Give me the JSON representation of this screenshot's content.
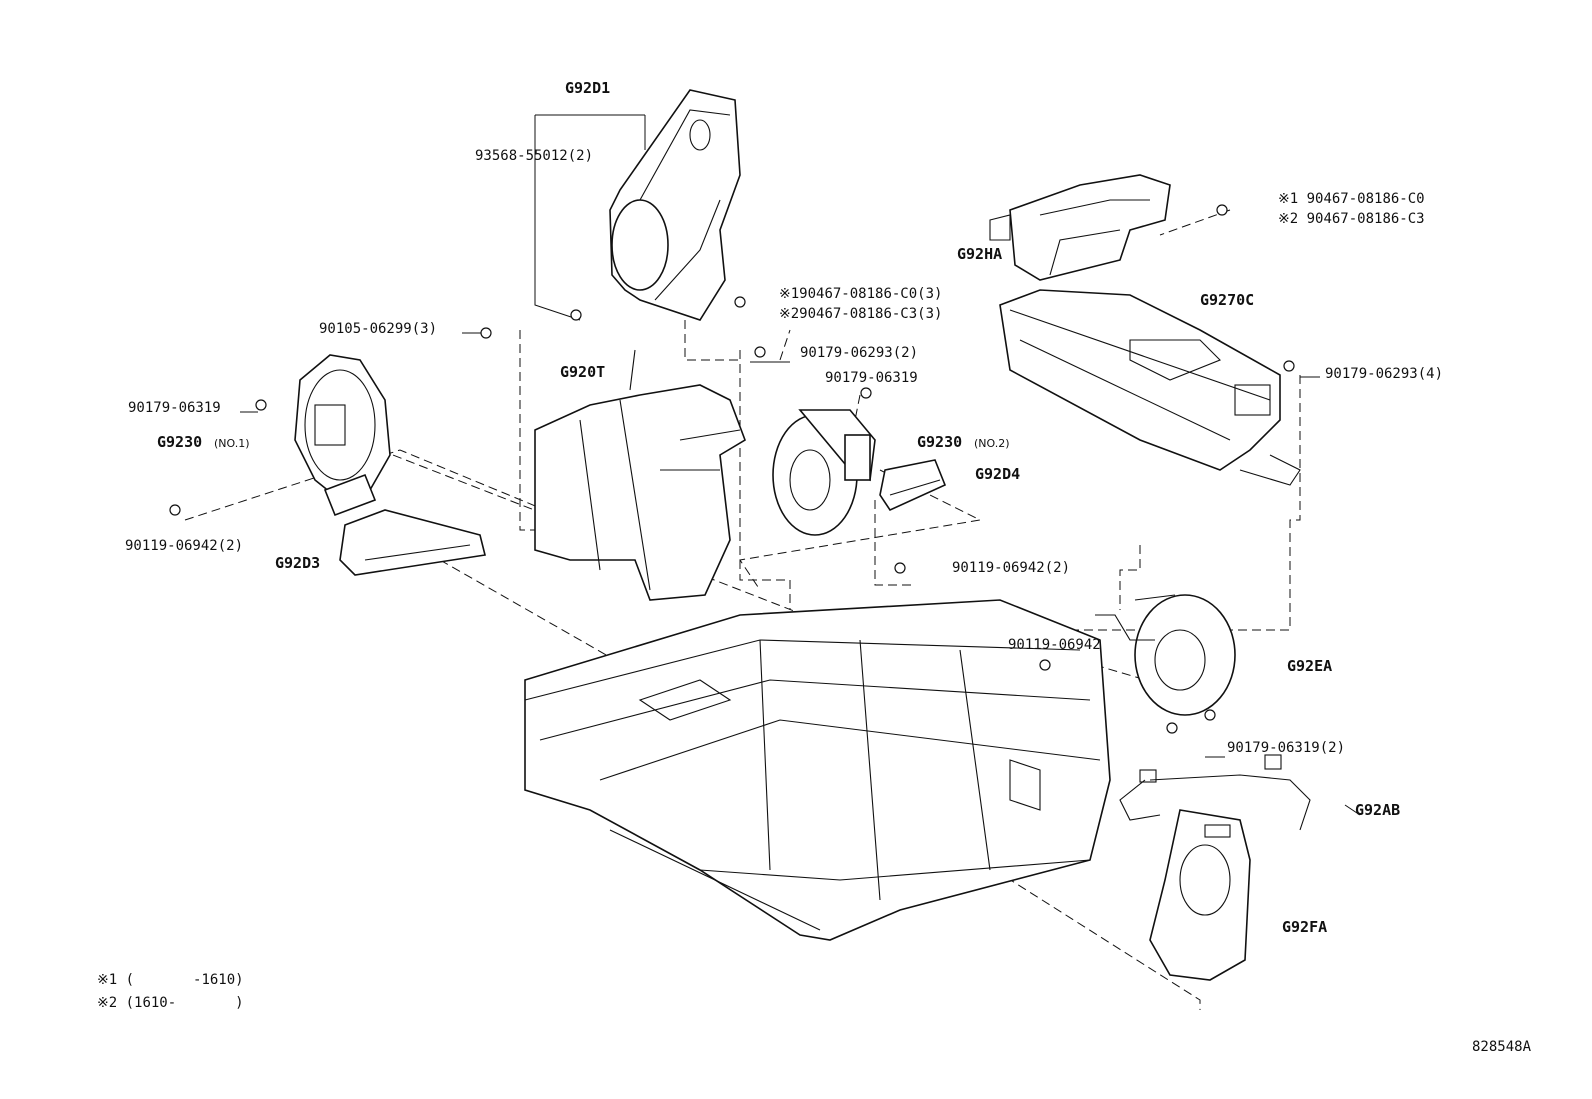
{
  "labels": {
    "g92d1": "G92D1",
    "p93568": "93568-55012(2)",
    "g92ha": "G92HA",
    "note1_a": "※1 90467-08186-C0",
    "note2_a": "※2 90467-08186-C3",
    "g9270c": "G9270C",
    "p90105": "90105-06299(3)",
    "note1_b": "※190467-08186-C0(3)",
    "note2_b": "※290467-08186-C3(3)",
    "p90179_06293_2": "90179-06293(2)",
    "p90179_06319_a": "90179-06319",
    "p90179_06293_4": "90179-06293(4)",
    "p90179_06319_b": "90179-06319",
    "g920t": "G920T",
    "g9230_no1": "G9230",
    "no1": "(NO.1)",
    "g9230_no2": "G9230",
    "no2": "(NO.2)",
    "g92d4": "G92D4",
    "p90119_06942_2a": "90119-06942(2)",
    "g92d3": "G92D3",
    "p90119_06942_2b": "90119-06942(2)",
    "p90119_06942": "90119-06942",
    "g92ea": "G92EA",
    "p90179_06319_2": "90179-06319(2)",
    "g92ab": "G92AB",
    "g92fa": "G92FA"
  },
  "legend": {
    "line1": "※1 (       -1610)",
    "line2": "※2 (1610-       )"
  },
  "drawing_number": "828548A"
}
